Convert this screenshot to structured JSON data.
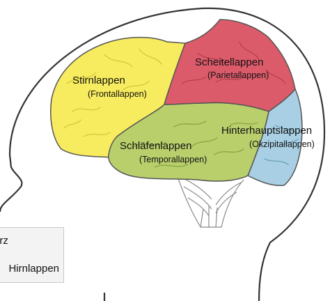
{
  "diagram": {
    "lobes": [
      {
        "id": "frontal",
        "name": "Stirnlappen",
        "latin": "(Frontallappen)",
        "color": "#f7ec5f"
      },
      {
        "id": "parietal",
        "name": "Scheitellappen",
        "latin": "(Parietallappen)",
        "color": "#dc5b6a"
      },
      {
        "id": "temporal",
        "name": "Schläfenlappen",
        "latin": "(Temporallappen)",
        "color": "#b9cf6c"
      },
      {
        "id": "occipital",
        "name": "Hinterhauptslappen",
        "latin": "(Okzipitallappen)",
        "color": "#a8cfe3"
      }
    ]
  },
  "caption": {
    "line1": "urz",
    "line2": "Hirnlappen"
  }
}
